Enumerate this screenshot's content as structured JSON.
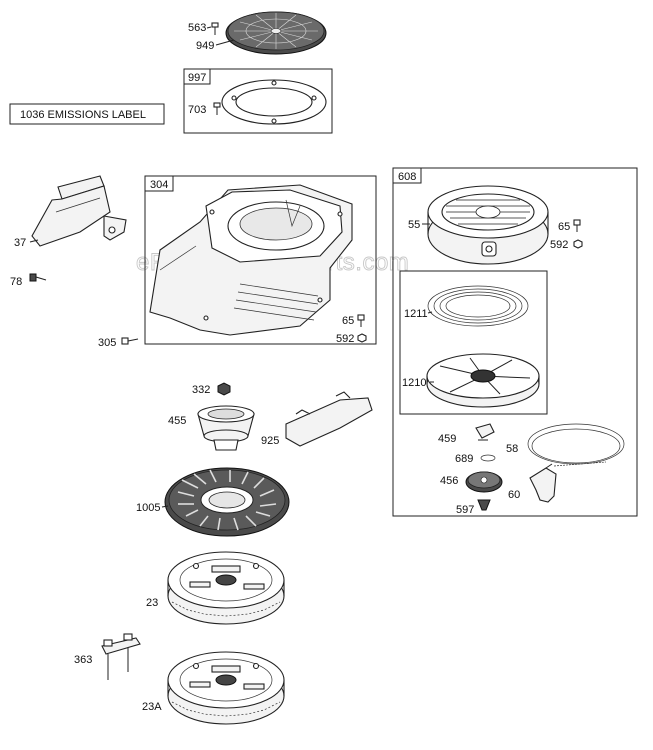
{
  "watermark": "eReplacementParts.com",
  "emissions_label": "1036 EMISSIONS LABEL",
  "groups": {
    "g997": "997",
    "g304": "304",
    "g608": "608"
  },
  "parts": {
    "p563": "563",
    "p949": "949",
    "p703": "703",
    "p37": "37",
    "p78": "78",
    "p305": "305",
    "p65a": "65",
    "p592a": "592",
    "p55": "55",
    "p65b": "65",
    "p592b": "592",
    "p1211": "1211",
    "p1210": "1210",
    "p332": "332",
    "p455": "455",
    "p925": "925",
    "p459": "459",
    "p58": "58",
    "p689": "689",
    "p456": "456",
    "p60": "60",
    "p597": "597",
    "p1005": "1005",
    "p23": "23",
    "p363": "363",
    "p23A": "23A"
  }
}
